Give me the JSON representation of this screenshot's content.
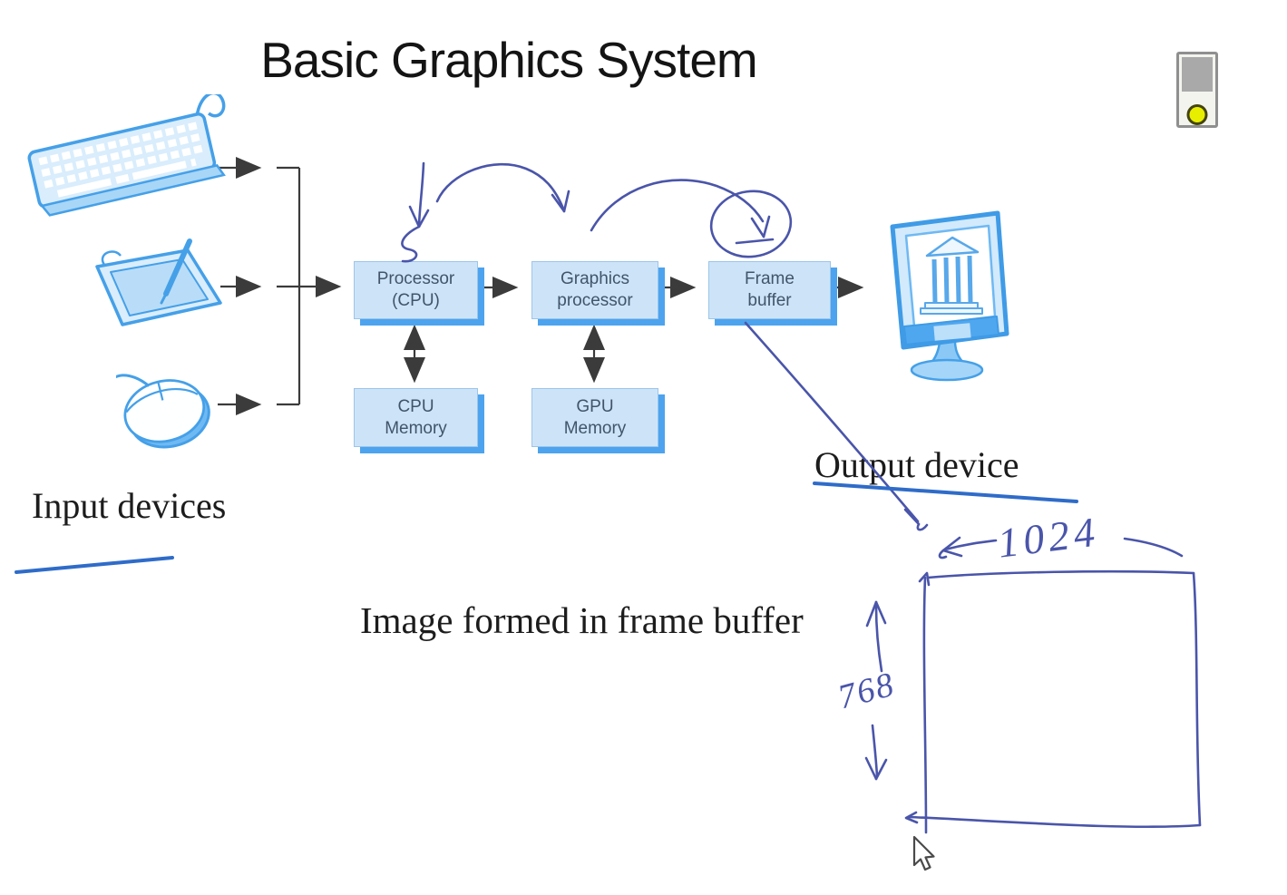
{
  "title": "Basic Graphics System",
  "boxes": {
    "processor": {
      "line1": "Processor",
      "line2": "(CPU)"
    },
    "graphics": {
      "line1": "Graphics",
      "line2": "processor"
    },
    "frame": {
      "line1": "Frame",
      "line2": "buffer"
    },
    "cpu_memory": {
      "line1": "CPU",
      "line2": "Memory"
    },
    "gpu_memory": {
      "line1": "GPU",
      "line2": "Memory"
    }
  },
  "labels": {
    "input_devices": "Input devices",
    "output_device": "Output device",
    "image_caption": "Image formed in frame buffer"
  },
  "annotations": {
    "framebuffer_width": "1024",
    "framebuffer_height": "768"
  },
  "icons": {
    "keyboard": "keyboard-icon",
    "tablet": "tablet-pen-icon",
    "mouse": "mouse-icon",
    "monitor": "monitor-icon",
    "indicator": "recording-indicator",
    "cursor": "mouse-cursor-icon"
  },
  "colors": {
    "box_fill": "#cde4f8",
    "box_shadow": "#4da3ee",
    "box_text": "#41546a",
    "connector": "#3b3b3b",
    "clipart_blue": "#45a0e8",
    "ink_pen": "#4a55aa",
    "ink_underline": "#2f6cc9",
    "indicator_dot": "#e8ee00"
  }
}
